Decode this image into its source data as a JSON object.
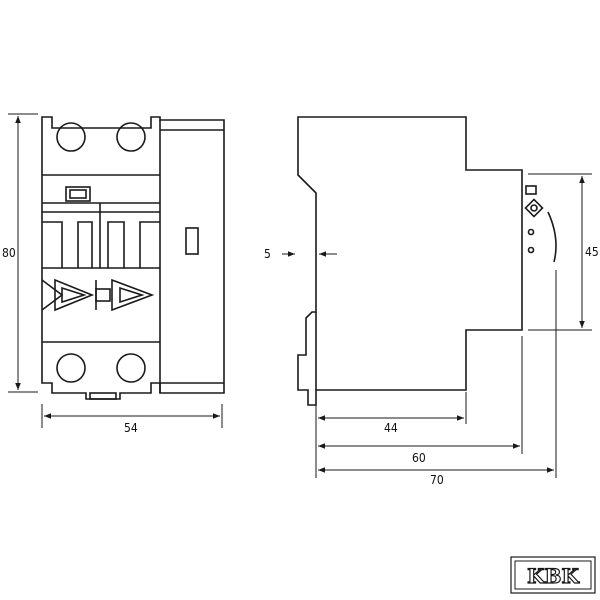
{
  "dimensions": {
    "height_front": "80",
    "width_front": "54",
    "din_offset": "5",
    "height_side": "45",
    "depth_44": "44",
    "depth_60": "60",
    "depth_70": "70"
  },
  "brand": {
    "logo_text": "KBK"
  },
  "colors": {
    "line": "#1a1a1a",
    "background": "#ffffff"
  }
}
